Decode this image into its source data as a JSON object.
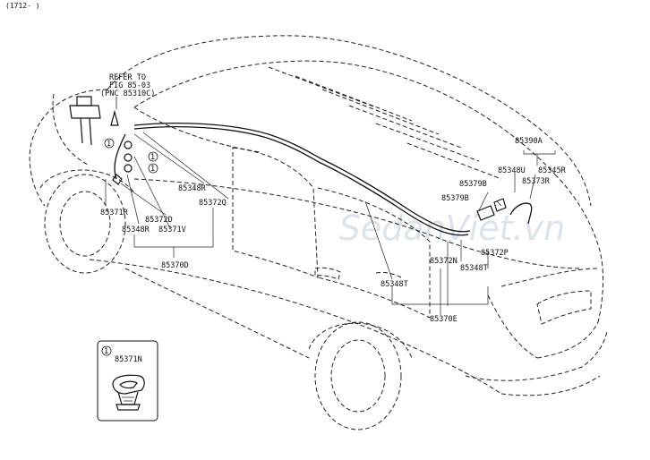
{
  "header_note": "(1712-   )",
  "refer_note": [
    "REFER TO",
    "FIG 85-03",
    "(PNC 85310C)"
  ],
  "callout_marker": "1",
  "watermark": "SedanViet.vn",
  "parts": {
    "p85371R": "85371R",
    "p85372D": "85372D",
    "p85348R_left": "85348R",
    "p85371V": "85371V",
    "p85348R_upper": "85348R",
    "p85372Q": "85372Q",
    "p85370D": "85370D",
    "p85348T_center": "85348T",
    "p85372N": "85372N",
    "p85348T_right": "85348T",
    "p85372P": "85372P",
    "p85370E": "85370E",
    "p85379B_a": "85379B",
    "p85379B_b": "85379B",
    "p85390A": "85390A",
    "p85348U": "85348U",
    "p85345R": "85345R",
    "p85373R": "85373R",
    "p85371N": "85371N"
  }
}
